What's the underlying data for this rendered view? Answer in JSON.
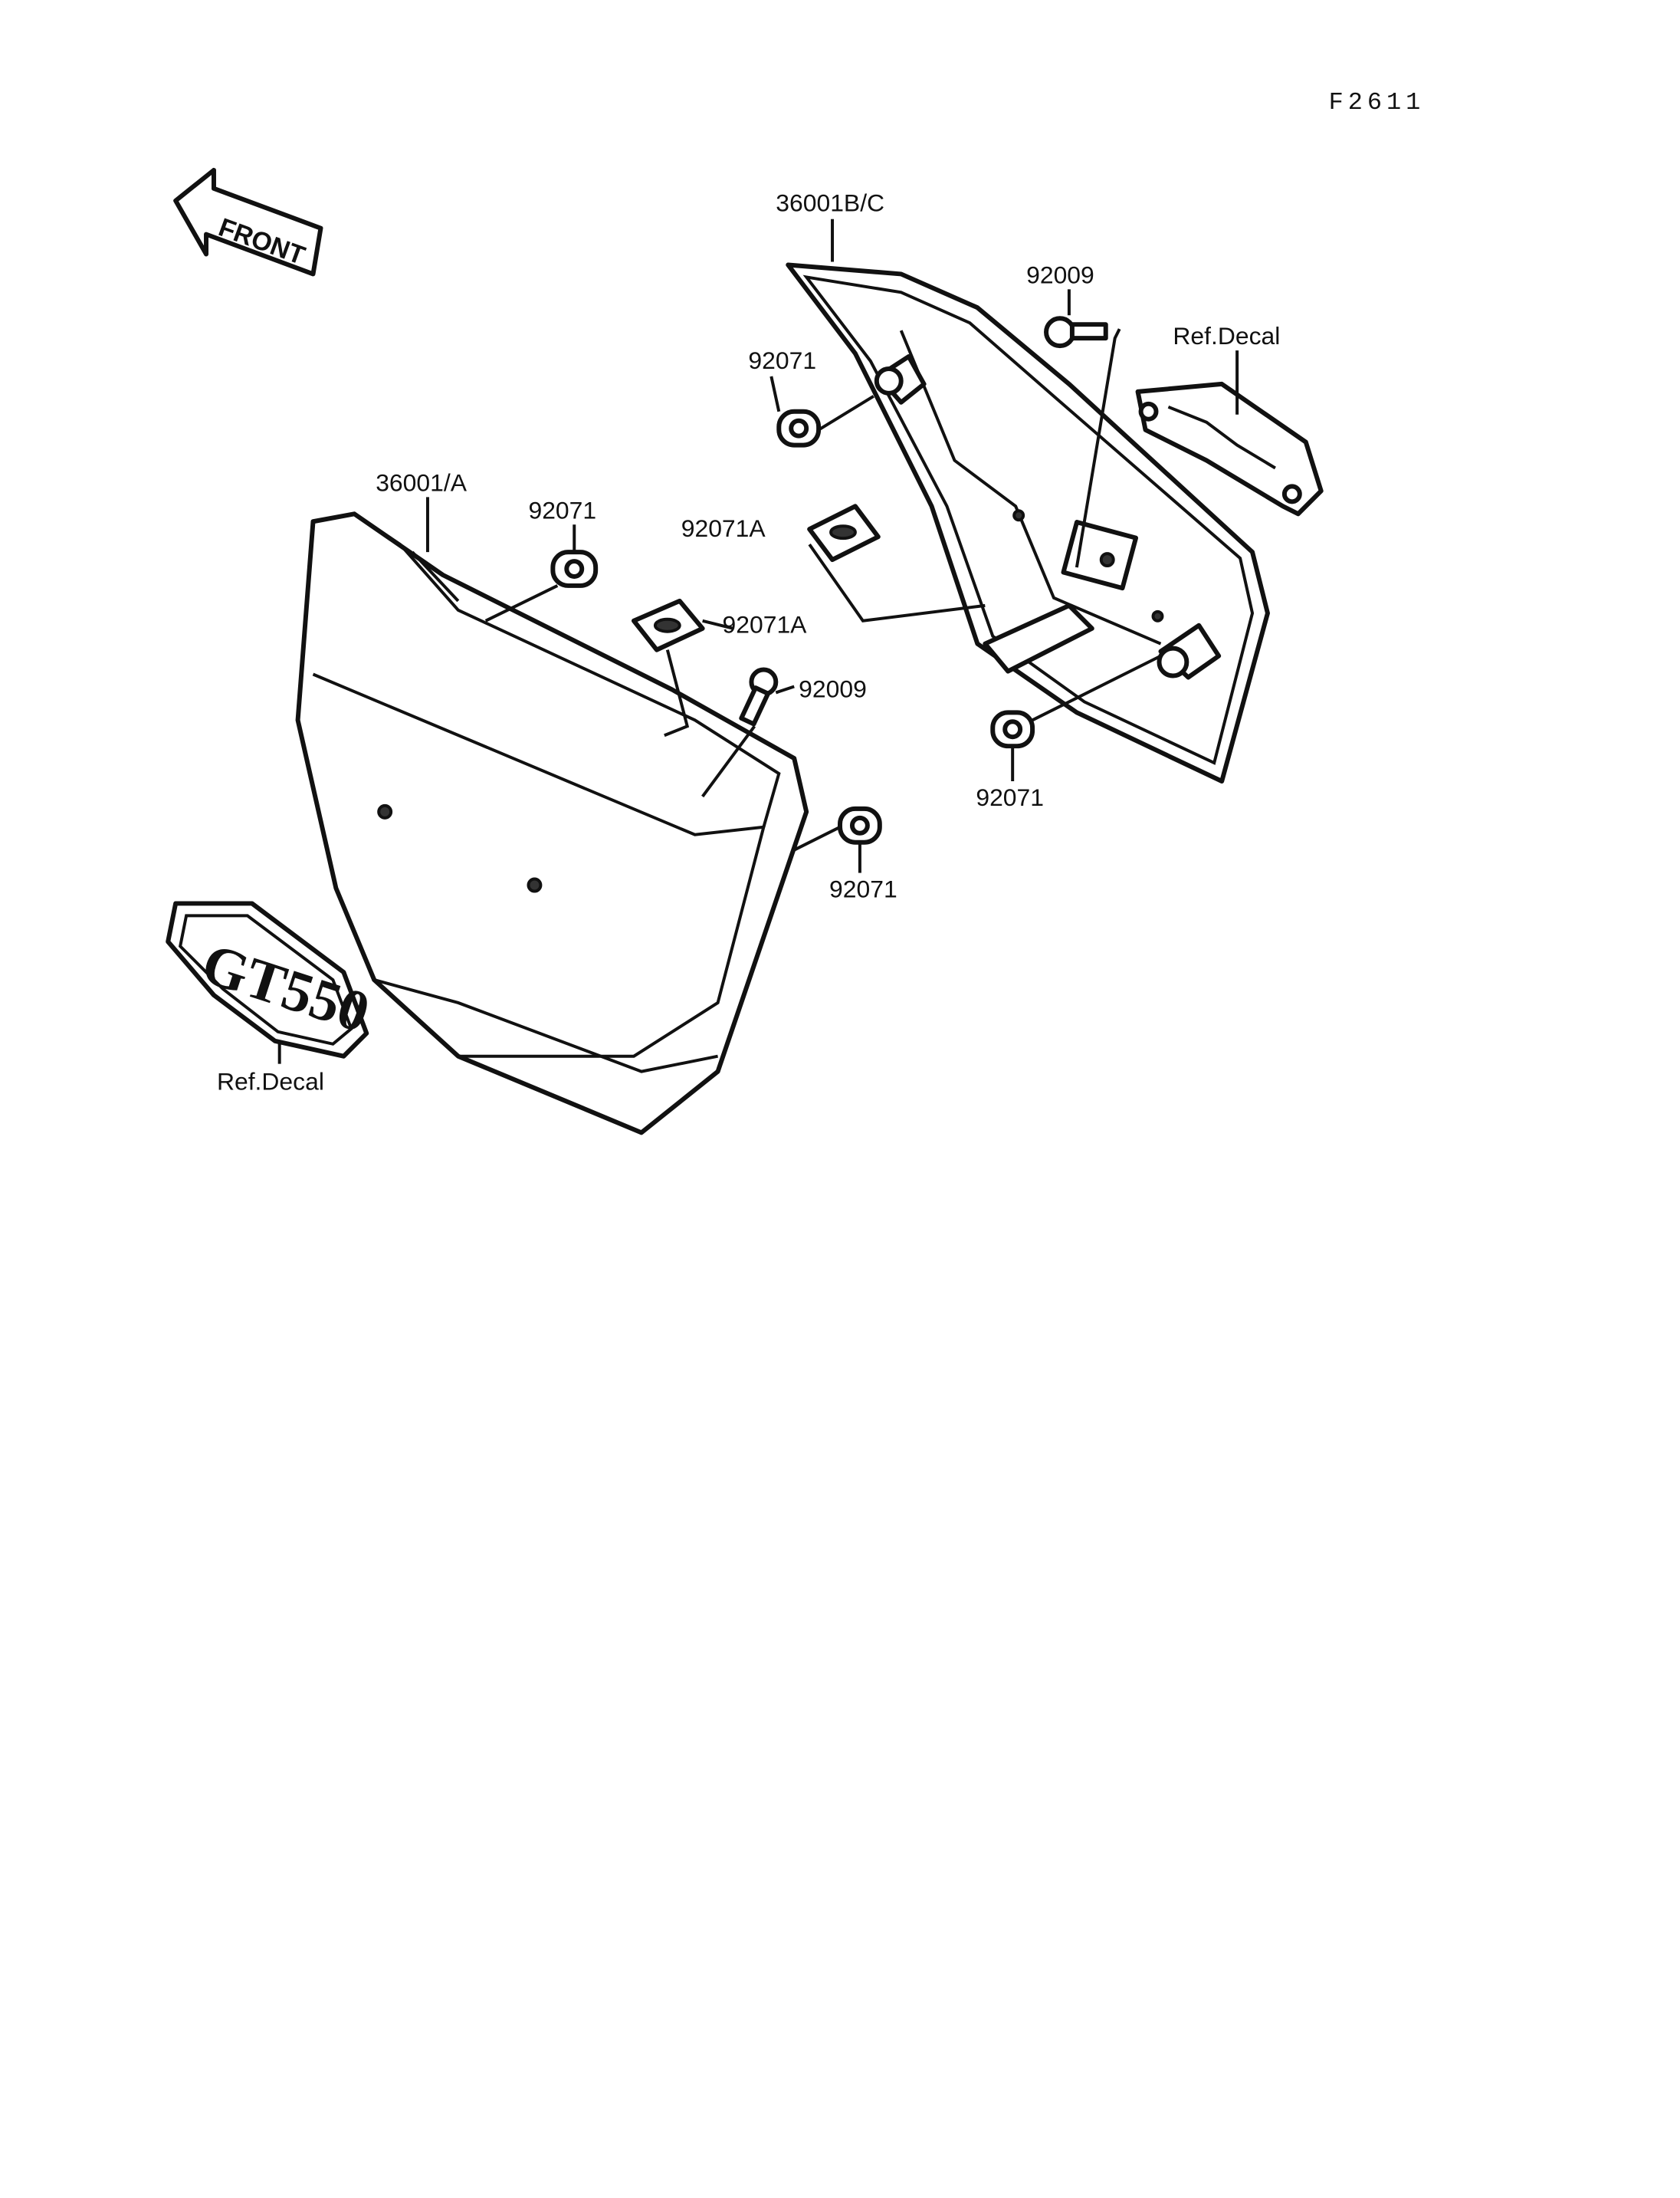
{
  "figure_id": "F2611",
  "front_arrow": {
    "label": "FRONT",
    "icon": "front-arrow-icon"
  },
  "callouts": [
    {
      "id": "c-36001bc",
      "text": "36001B/C"
    },
    {
      "id": "c-92009-top",
      "text": "92009"
    },
    {
      "id": "c-refdecal-top",
      "text": "Ref.Decal"
    },
    {
      "id": "c-92071-upper",
      "text": "92071"
    },
    {
      "id": "c-36001a",
      "text": "36001/A"
    },
    {
      "id": "c-92071-left",
      "text": "92071"
    },
    {
      "id": "c-92071a-upper",
      "text": "92071A"
    },
    {
      "id": "c-92071a-lower",
      "text": "92071A"
    },
    {
      "id": "c-92009-mid",
      "text": "92009"
    },
    {
      "id": "c-92071-right",
      "text": "92071"
    },
    {
      "id": "c-92071-bottom",
      "text": "92071"
    },
    {
      "id": "c-refdecal-bottom",
      "text": "Ref.Decal"
    }
  ],
  "emblem": {
    "text": "GT550"
  },
  "colors": {
    "ink": "#111111",
    "paper": "#ffffff"
  }
}
